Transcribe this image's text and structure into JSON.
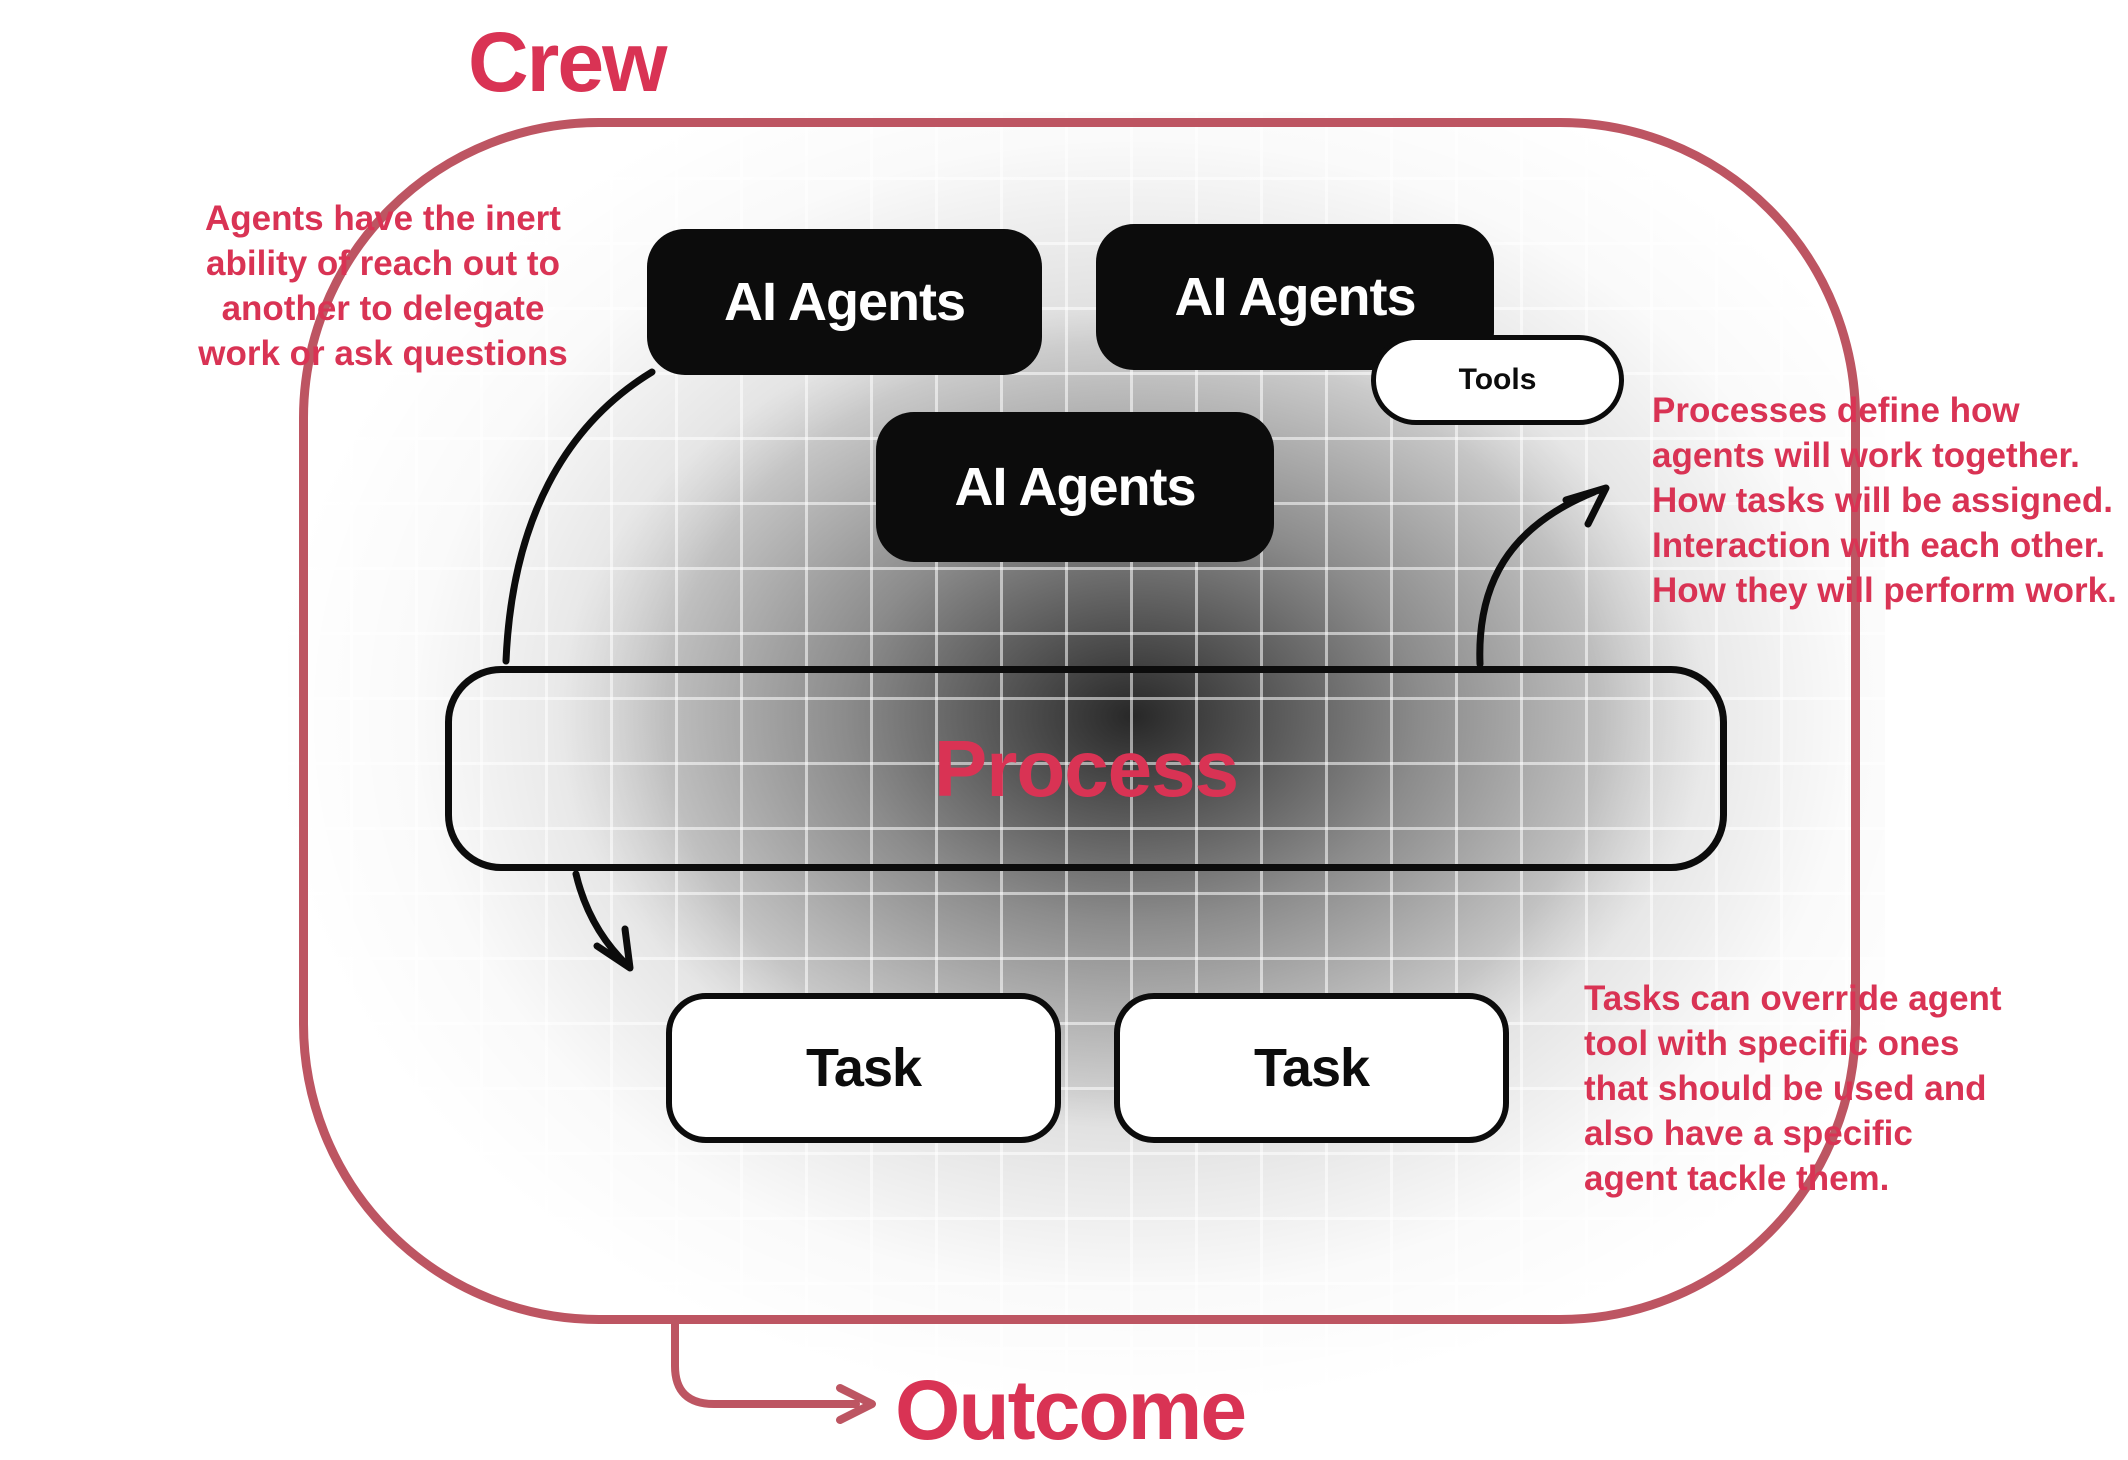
{
  "title": "Crew",
  "outcome_label": "Outcome",
  "agents": [
    "AI Agents",
    "AI Agents",
    "AI Agents"
  ],
  "tools_label": "Tools",
  "process_label": "Process",
  "tasks": [
    "Task",
    "Task"
  ],
  "annotations": {
    "left": "Agents have the inert\nability of reach out to\nanother to delegate\nwork or ask questions",
    "process": "Processes define how\nagents will work together.\nHow tasks will be assigned.\nInteraction with each other.\nHow they will perform work.",
    "tasks": "Tasks can override agent\ntool with specific ones\nthat should be used and\nalso have a specific\nagent tackle them."
  },
  "colors": {
    "accent": "#D93354",
    "boundary_red": "#BD5562",
    "box_black": "#0C0C0C",
    "grid_base": "#DCDCDC"
  }
}
